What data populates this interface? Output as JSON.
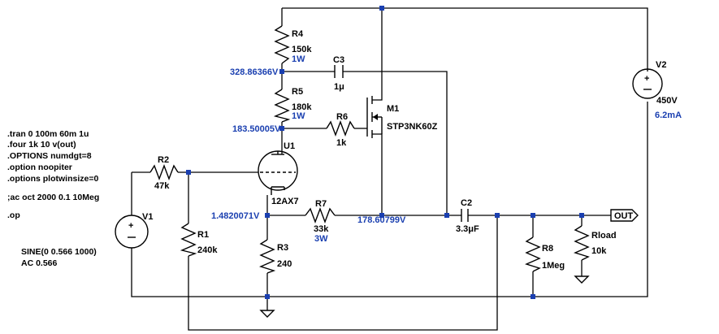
{
  "directives": [
    ".tran 0 100m 60m 1u",
    ".four 1k 10 v(out)",
    ".OPTIONS numdgt=8",
    ".option noopiter",
    ".options plotwinsize=0",
    ";ac oct 2000 0.1 10Meg",
    ".op"
  ],
  "source_v1": {
    "name": "V1",
    "spec": "SINE(0 0.566 1000)",
    "ac": "AC 0.566"
  },
  "source_v2": {
    "name": "V2",
    "value": "450V",
    "current": "6.2mA"
  },
  "r4": {
    "name": "R4",
    "value": "150k",
    "power": "1W"
  },
  "r5": {
    "name": "R5",
    "value": "180k",
    "power": "1W"
  },
  "r6": {
    "name": "R6",
    "value": "1k"
  },
  "r2": {
    "name": "R2",
    "value": "47k"
  },
  "r1": {
    "name": "R1",
    "value": "240k"
  },
  "r3": {
    "name": "R3",
    "value": "240"
  },
  "r7": {
    "name": "R7",
    "value": "33k",
    "power": "3W"
  },
  "r8": {
    "name": "R8",
    "value": "1Meg"
  },
  "rload": {
    "name": "Rload",
    "value": "10k"
  },
  "c3": {
    "name": "C3",
    "value": "1μ"
  },
  "c2": {
    "name": "C2",
    "value": "3.3μF"
  },
  "m1": {
    "name": "M1",
    "part": "STP3NK60Z"
  },
  "u1": {
    "name": "U1",
    "part": "12AX7"
  },
  "nodes": {
    "n1": "328.86366V",
    "n2": "183.50005V",
    "n3": "1.4820071V",
    "n4": "178.60799V"
  },
  "out_label": "OUT"
}
